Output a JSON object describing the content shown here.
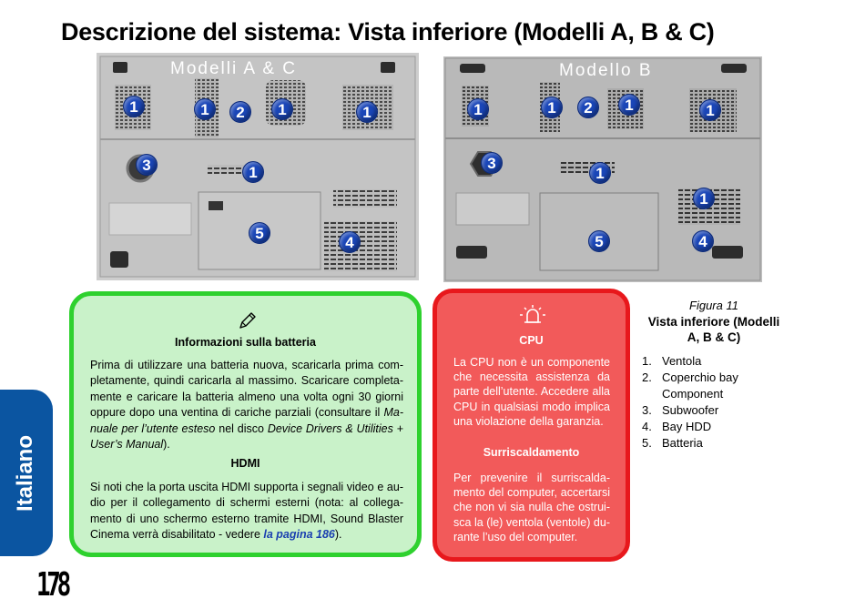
{
  "page_title": "Descrizione del sistema: Vista inferiore (Modelli A, B & C)",
  "side_tab": "Italiano",
  "page_number": "178",
  "photos": {
    "left_label": "Modelli A & C",
    "right_label": "Modello B"
  },
  "callouts": {
    "left": [
      "1",
      "1",
      "2",
      "1",
      "1",
      "3",
      "1",
      "5",
      "4"
    ],
    "right": [
      "1",
      "1",
      "2",
      "1",
      "1",
      "3",
      "1",
      "1",
      "5",
      "4"
    ]
  },
  "note_box": {
    "icon": "pencil-icon",
    "heading1": "Informazioni sulla batteria",
    "para1_a": "Prima di utilizzare una batteria nuova, scaricarla prima com­pletamente, quindi caricarla al massimo. Scaricare completa­mente e caricare la batteria almeno una volta ogni 30 giorni oppure dopo una ventina di cariche parziali (consultare il ",
    "para1_ref": "Ma­nuale per l’utente esteso",
    "para1_b": " nel disco ",
    "para1_disc": "Device Drivers & Utilities + User’s Manual",
    "para1_c": ").",
    "heading2": "HDMI",
    "para2_a": "Si noti che la porta uscita HDMI supporta i segnali video e au­dio per il collegamento di schermi esterni (nota: al collega­mento di uno schermo esterno tramite HDMI, Sound Blaster Cinema  verrà disabilitato - vedere ",
    "para2_link": "la pagina 186",
    "para2_b": ")."
  },
  "warning_box": {
    "icon": "alarm-icon",
    "heading1": "CPU",
    "para1": "La CPU non è un componente che necessita assistenza da parte dell’utente. Accedere alla CPU in qualsiasi modo implica una violazione della garanzia.",
    "heading2": "Surriscaldamento",
    "para2": "Per prevenire il surriscalda­mento del computer, accertarsi che non vi sia nulla che ostrui­sca la (le) ventola (ventole) du­rante l’uso del computer."
  },
  "figure": {
    "label": "Figura 11",
    "title": "Vista inferiore (Modelli A, B & C)",
    "legend": [
      {
        "num": "1.",
        "text": "Ventola"
      },
      {
        "num": "2.",
        "text": "Coperchio bay Component"
      },
      {
        "num": "3.",
        "text": "Subwoofer"
      },
      {
        "num": "4.",
        "text": "Bay HDD"
      },
      {
        "num": "5.",
        "text": "Batteria"
      }
    ]
  },
  "colors": {
    "tab_blue": "#0b55a1",
    "note_border": "#2ed12e",
    "note_fill": "#c9f2c9",
    "warning_border": "#e8181c",
    "warning_fill": "#f25a5a",
    "callout_blue": "#1a46b8",
    "link_blue": "#1a3fb0"
  }
}
